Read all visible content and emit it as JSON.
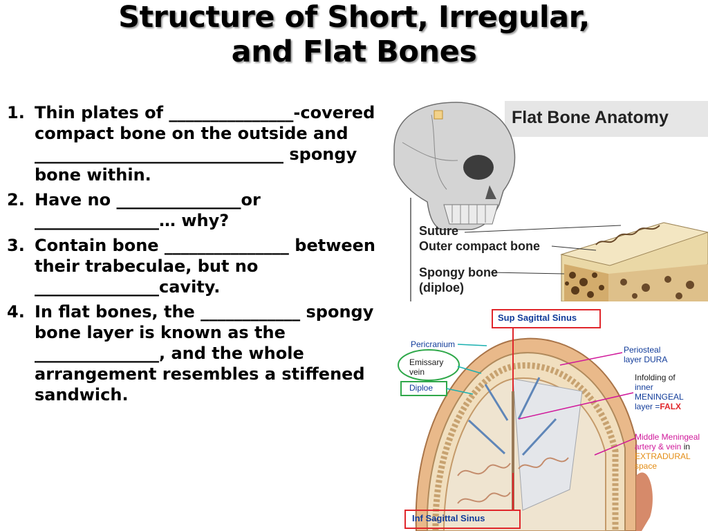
{
  "title": {
    "line1": "Structure of Short, Irregular,",
    "line2": "and Flat Bones"
  },
  "items": [
    {
      "num": "1.",
      "text": "Thin plates of _______________-covered compact bone on the outside and ______________________________ spongy bone within."
    },
    {
      "num": "2.",
      "text": "Have no _______________or _______________… why?"
    },
    {
      "num": "3.",
      "text": "Contain bone _______________ between their trabeculae, but no _______________cavity."
    },
    {
      "num": "4.",
      "text": "In flat bones, the ____________ spongy bone layer is known as the _______________, and the whole arrangement resembles a stiffened sandwich."
    }
  ],
  "flat_bone_image": {
    "title": "Flat Bone Anatomy",
    "labels": {
      "suture": "Suture",
      "outer_compact": "Outer compact bone",
      "spongy_line1": "Spongy bone",
      "spongy_line2": "(diploe)"
    }
  },
  "skull_image": {
    "labels": {
      "sup_sinus": "Sup Sagittal Sinus",
      "inf_sinus": "Inf Sagittal Sinus",
      "pericranium": "Pericranium",
      "emissary_line1": "Emissary",
      "emissary_line2": "vein",
      "diploe": "Diploe",
      "periosteal_line1": "Periosteal",
      "periosteal_line2": "layer DURA",
      "infolding_line1": "Infolding of",
      "infolding_line2": "inner",
      "infolding_line3": "MENINGEAL",
      "infolding_line4_a": "layer =",
      "infolding_line4_b": "FALX",
      "middle_line1": "Middle Meningeal",
      "middle_line2_a": "artery & vein",
      "middle_line2_b": " in",
      "middle_line3": "EXTRADURAL",
      "middle_line4": "space"
    },
    "colors": {
      "box_red": "#e0262b",
      "box_green": "#2fa84a",
      "label_blue": "#123c9a",
      "label_magenta": "#d0189a",
      "label_orange": "#e38c14"
    }
  }
}
